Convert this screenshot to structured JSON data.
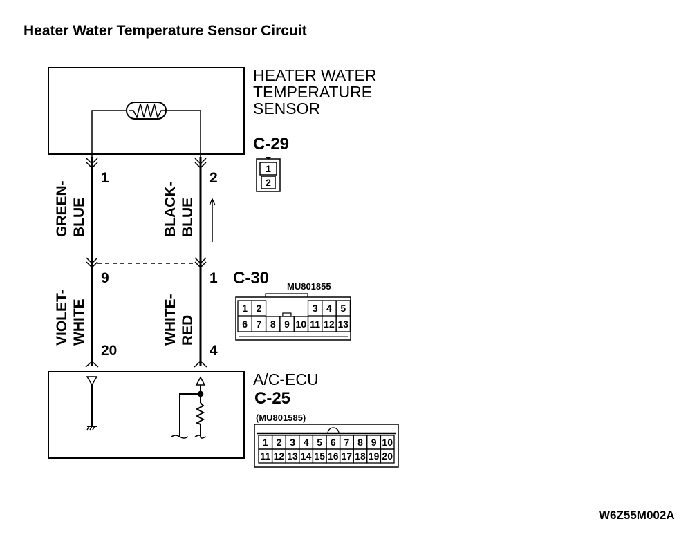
{
  "title": "Heater Water Temperature Sensor Circuit",
  "diagram_code": "W6Z55M002A",
  "components": {
    "sensor": {
      "name_lines": [
        "HEATER WATER",
        "TEMPERATURE",
        "SENSOR"
      ],
      "connector": "C-29",
      "connector_pins": [
        "1",
        "2"
      ]
    },
    "ecu": {
      "name": "A/C-ECU",
      "connector": "C-25",
      "part_number": "(MU801585)",
      "connector_rows": [
        [
          "1",
          "2",
          "3",
          "4",
          "5",
          "6",
          "7",
          "8",
          "9",
          "10"
        ],
        [
          "11",
          "12",
          "13",
          "14",
          "15",
          "16",
          "17",
          "18",
          "19",
          "20"
        ]
      ]
    },
    "intermediate": {
      "connector": "C-30",
      "part_number": "MU801855",
      "connector_top_row": [
        "1",
        "2",
        "",
        "",
        "",
        "3",
        "4",
        "5"
      ],
      "connector_bottom_row": [
        "6",
        "7",
        "8",
        "9",
        "10",
        "11",
        "12",
        "13"
      ]
    }
  },
  "wires": {
    "left_upper": {
      "color_lines": [
        "GREEN-",
        "BLUE"
      ],
      "pin_top": "1",
      "pin_bottom": "9"
    },
    "right_upper": {
      "color_lines": [
        "BLACK-",
        "BLUE"
      ],
      "pin_top": "2",
      "pin_bottom": "1"
    },
    "left_lower": {
      "color_lines": [
        "VIOLET-",
        "WHITE"
      ],
      "pin_bottom": "20"
    },
    "right_lower": {
      "color_lines": [
        "WHITE-",
        "RED"
      ],
      "pin_bottom": "4"
    }
  },
  "icons": {
    "sensor": "thermistor-icon",
    "ground": "chassis-ground-icon",
    "ecu_input": "ecu-input-resistor-icon",
    "signal_direction": "arrow-up-icon"
  }
}
